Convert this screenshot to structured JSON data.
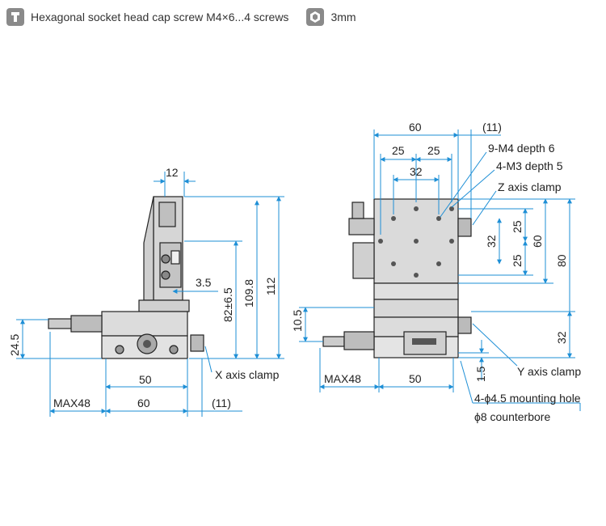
{
  "header": {
    "screw_icon": "hex-socket-screw-icon",
    "screw_text": "Hexagonal socket head cap screw M4×6...4 screws",
    "wrench_icon": "hex-wrench-icon",
    "wrench_text": "3mm"
  },
  "left_view": {
    "dim_12": "12",
    "dim_3_5": "3.5",
    "dim_82": "82±6.5",
    "dim_109": "109.8",
    "dim_112": "112",
    "dim_24_5": "24.5",
    "dim_50": "50",
    "dim_max48": "MAX48",
    "dim_60": "60",
    "dim_11": "(11)",
    "x_clamp": "X axis clamp"
  },
  "right_view": {
    "dim_60": "60",
    "dim_11": "(11)",
    "dim_25a": "25",
    "dim_25b": "25",
    "dim_32": "32",
    "m4": "9-M4 depth 6",
    "m3": "4-M3 depth 5",
    "z_clamp": "Z axis clamp",
    "v25a": "25",
    "v32": "32",
    "v25b": "25",
    "v60": "60",
    "v80": "80",
    "v10_5": "10.5",
    "v32b": "32",
    "v1_5": "1.5",
    "max48": "MAX48",
    "dim_50": "50",
    "y_clamp": "Y axis clamp",
    "mount": "4-ϕ4.5 mounting hole",
    "cbore": "ϕ8 counterbore"
  },
  "colors": {
    "dimension": "#1e8fd6",
    "icon_bg": "#8a8a8a",
    "part_fill": "#d9d9d9",
    "part_dark": "#555555"
  }
}
